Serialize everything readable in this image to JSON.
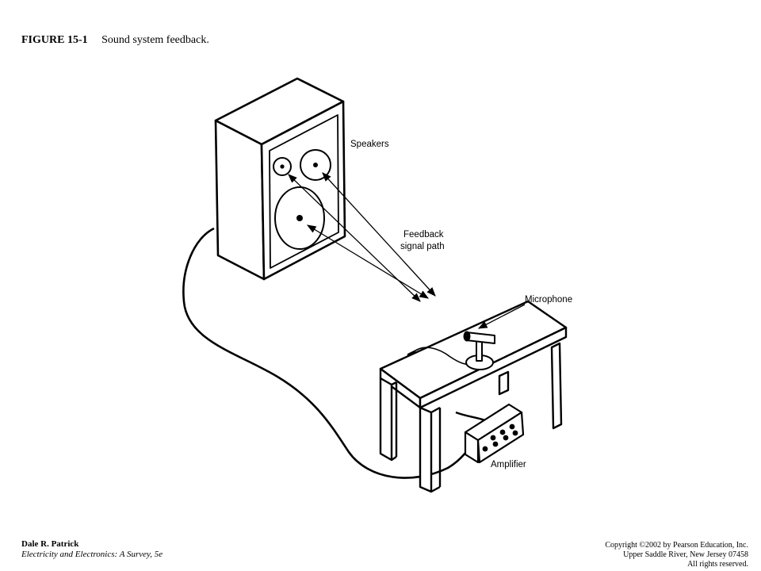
{
  "caption": {
    "figure_number": "FIGURE 15-1",
    "title": "Sound system feedback."
  },
  "labels": {
    "speakers": "Speakers",
    "feedback_line1": "Feedback",
    "feedback_line2": "signal path",
    "microphone": "Microphone",
    "amplifier": "Amplifier"
  },
  "footer": {
    "author": "Dale R. Patrick",
    "book": "Electricity and Electronics:  A Survey, 5e",
    "copyright_line1": "Copyright ©2002 by Pearson Education, Inc.",
    "copyright_line2": "Upper Saddle River, New Jersey 07458",
    "copyright_line3": "All rights reserved."
  }
}
